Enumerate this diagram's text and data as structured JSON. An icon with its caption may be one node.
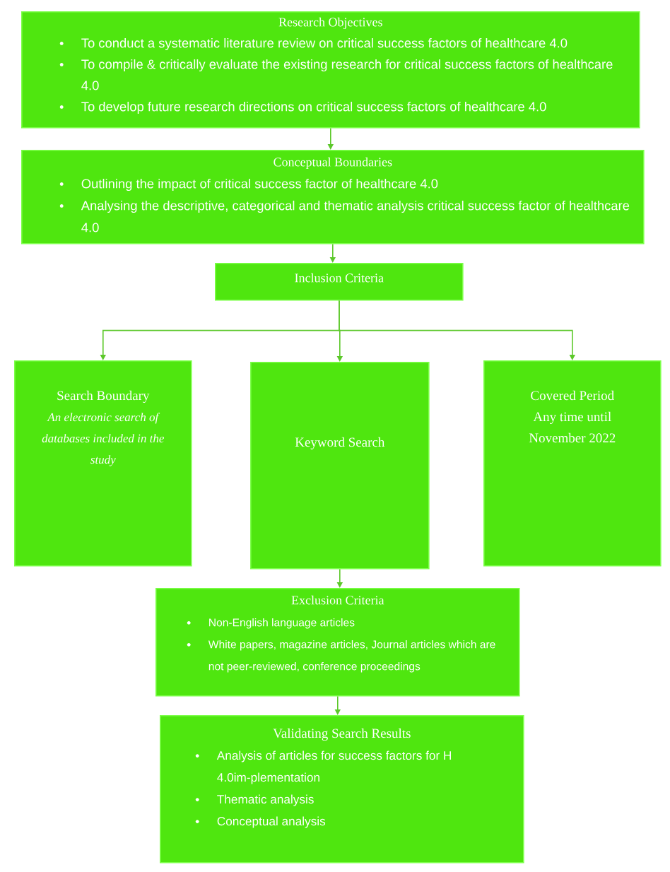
{
  "diagram": {
    "nodes": [
      {
        "text": [
          "Research Objectives",
          "To conduct a systematic literature review on critical success factors of healthcare 4.0",
          "To compile & critically evaluate the existing research for critical success factors of healthcare 4.0",
          "To develop future research directions on critical success factors of healthcare 4.0"
        ]
      },
      {
        "text": [
          "Conceptual Boundaries",
          "Outlining the impact of critical success factor of healthcare 4.0",
          "Analysing the descriptive, categorical and thematic analysis critical success factor of healthcare 4.0"
        ]
      },
      {
        "text": [
          "Inclusion Criteria"
        ]
      },
      {
        "text": [
          "Search Boundary",
          "An electronic search of databases included in the study"
        ]
      },
      {
        "text": [
          "Keyword Search"
        ]
      },
      {
        "text": [
          "Covered Period",
          "Any time until November 2022"
        ]
      },
      {
        "text": [
          "Exclusion Criteria",
          "Non-English language articles",
          "White papers, magazine articles, Journal articles which are not peer-reviewed, conference proceedings"
        ]
      },
      {
        "text": [
          "Validating Search Results",
          "Analysis of articles for success factors for H 4.0im-plementation",
          "Thematic analysis",
          "Conceptual analysis"
        ]
      }
    ],
    "edges": [
      {
        "from": 0,
        "to": 1,
        "arrow": "to"
      },
      {
        "from": 1,
        "to": 2,
        "arrow": "to"
      },
      {
        "from": 2,
        "to": 3,
        "arrow": "to"
      },
      {
        "from": 2,
        "to": 4,
        "arrow": "to"
      },
      {
        "from": 2,
        "to": 5,
        "arrow": "to"
      },
      {
        "from": 4,
        "to": 6,
        "arrow": "to"
      },
      {
        "from": 6,
        "to": 7,
        "arrow": "to"
      }
    ]
  }
}
